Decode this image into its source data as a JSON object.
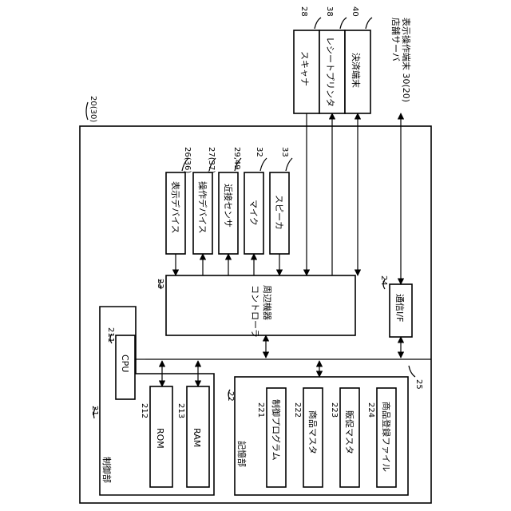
{
  "diagram": {
    "ref_system": "20(30)",
    "ref_bus": "25",
    "control_unit": {
      "ref": "21",
      "label": "制御部"
    },
    "cpu": {
      "ref": "211",
      "label": "CPU"
    },
    "rom": {
      "ref": "212",
      "label": "ROM"
    },
    "ram": {
      "ref": "213",
      "label": "RAM"
    },
    "storage": {
      "ref": "22",
      "label": "記憶部"
    },
    "storage_items": [
      {
        "ref": "221",
        "label": "制御プログラム"
      },
      {
        "ref": "222",
        "label": "商品マスタ"
      },
      {
        "ref": "223",
        "label": "販促マスタ"
      },
      {
        "ref": "224",
        "label": "商品登録ファイル"
      }
    ],
    "peripheral_controller": {
      "ref": "23",
      "label_line1": "周辺機器",
      "label_line2": "コントローラ"
    },
    "comm_if": {
      "ref": "24",
      "label": "通信I/F"
    },
    "internal_devices": [
      {
        "ref": "26(36)",
        "label": "表示デバイス"
      },
      {
        "ref": "27(37)",
        "label": "操作デバイス"
      },
      {
        "ref": "29,49",
        "label": "近接センサ"
      },
      {
        "ref": "32",
        "label": "マイク"
      },
      {
        "ref": "33",
        "label": "スピーカ"
      }
    ],
    "external_devices": [
      {
        "ref": "28",
        "label": "スキャナ"
      },
      {
        "ref": "38",
        "label": "レシートプリンタ"
      },
      {
        "ref": "40",
        "label": "決済端末"
      }
    ],
    "external_line1": "表示操作端末 30(20)",
    "external_line2": "店舗サーバ"
  }
}
